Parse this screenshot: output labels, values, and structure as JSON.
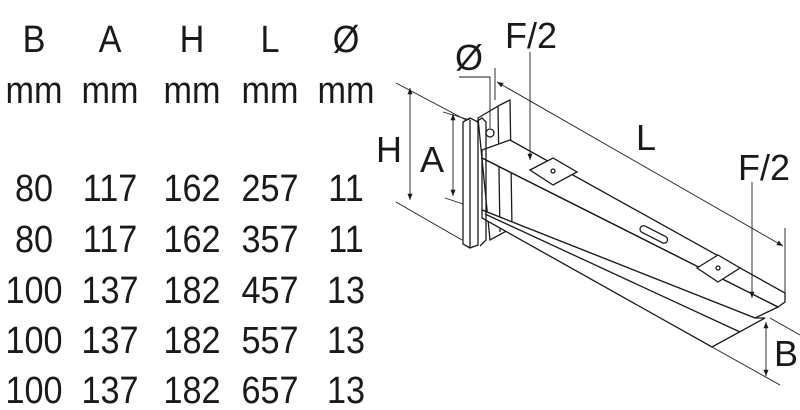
{
  "table": {
    "headers": [
      "B",
      "A",
      "H",
      "L",
      "Ø"
    ],
    "units": [
      "mm",
      "mm",
      "mm",
      "mm",
      "mm"
    ],
    "rows": [
      [
        "80",
        "117",
        "162",
        "257",
        "11"
      ],
      [
        "80",
        "117",
        "162",
        "357",
        "11"
      ],
      [
        "100",
        "137",
        "182",
        "457",
        "13"
      ],
      [
        "100",
        "137",
        "182",
        "557",
        "13"
      ],
      [
        "100",
        "137",
        "182",
        "657",
        "13"
      ]
    ]
  },
  "drawing": {
    "labels": {
      "diameter": "Ø",
      "f_half_left": "F/2",
      "length": "L",
      "height": "H",
      "a": "A",
      "f_half_right": "F/2",
      "b": "B"
    }
  }
}
